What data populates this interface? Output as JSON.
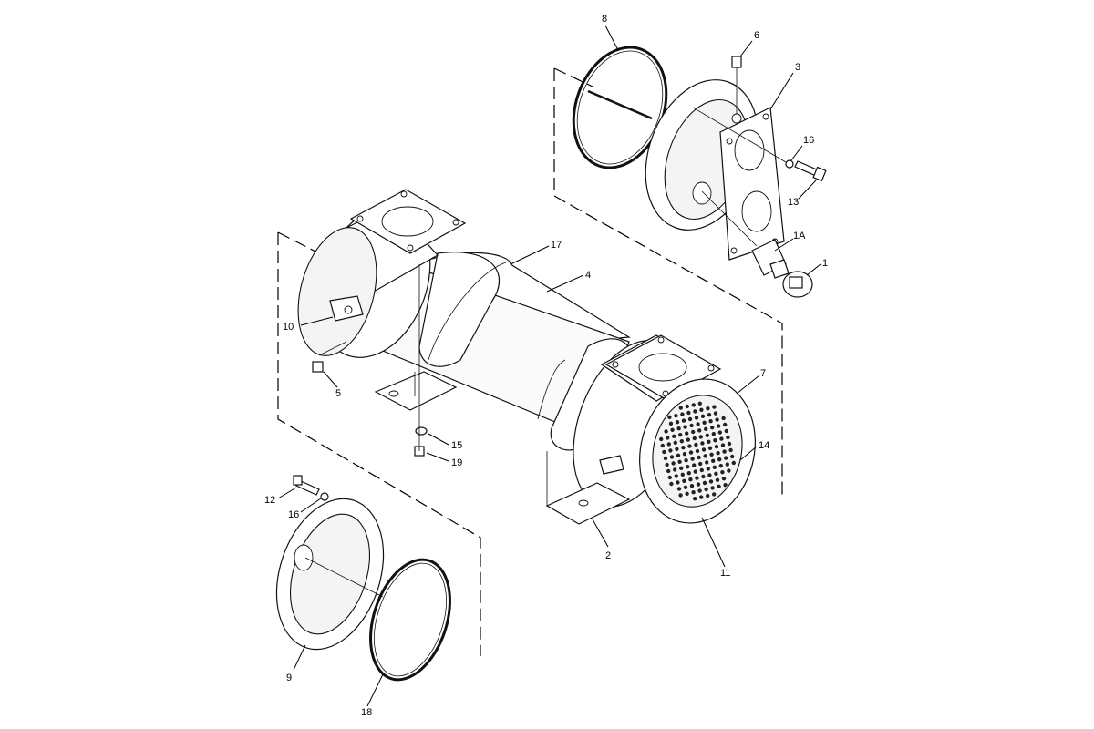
{
  "callouts": [
    {
      "id": "c8",
      "text": "8"
    },
    {
      "id": "c6",
      "text": "6"
    },
    {
      "id": "c3",
      "text": "3"
    },
    {
      "id": "c16a",
      "text": "16"
    },
    {
      "id": "c13",
      "text": "13"
    },
    {
      "id": "c1a",
      "text": "1A"
    },
    {
      "id": "c1",
      "text": "1"
    },
    {
      "id": "c17",
      "text": "17"
    },
    {
      "id": "c4",
      "text": "4"
    },
    {
      "id": "c10",
      "text": "10"
    },
    {
      "id": "c5",
      "text": "5"
    },
    {
      "id": "c7",
      "text": "7"
    },
    {
      "id": "c14",
      "text": "14"
    },
    {
      "id": "c15",
      "text": "15"
    },
    {
      "id": "c19",
      "text": "19"
    },
    {
      "id": "c12",
      "text": "12"
    },
    {
      "id": "c16b",
      "text": "16"
    },
    {
      "id": "c2",
      "text": "2"
    },
    {
      "id": "c11",
      "text": "11"
    },
    {
      "id": "c9",
      "text": "9"
    },
    {
      "id": "c18",
      "text": "18"
    }
  ]
}
